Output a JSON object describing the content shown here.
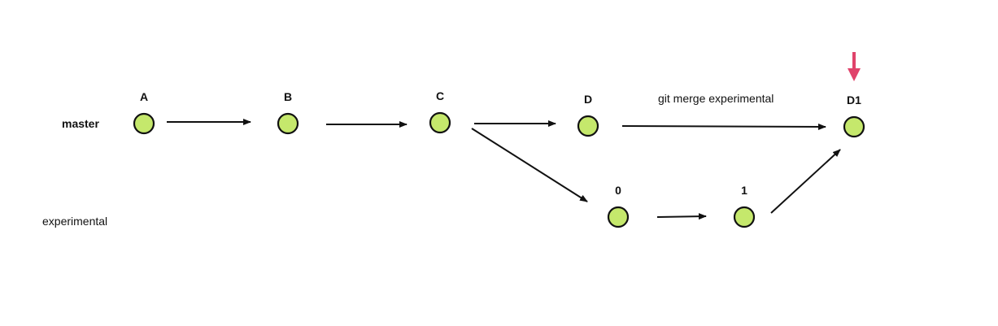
{
  "branches": {
    "master": "master",
    "experimental": "experimental"
  },
  "annotation": "git merge experimental",
  "nodes": [
    {
      "id": "A",
      "label": "A",
      "branch": "master"
    },
    {
      "id": "B",
      "label": "B",
      "branch": "master"
    },
    {
      "id": "C",
      "label": "C",
      "branch": "master"
    },
    {
      "id": "D",
      "label": "D",
      "branch": "master"
    },
    {
      "id": "D1",
      "label": "D1",
      "branch": "master"
    },
    {
      "id": "0",
      "label": "0",
      "branch": "experimental"
    },
    {
      "id": "1",
      "label": "1",
      "branch": "experimental"
    }
  ],
  "edges": [
    [
      "A",
      "B"
    ],
    [
      "B",
      "C"
    ],
    [
      "C",
      "D"
    ],
    [
      "C",
      "0"
    ],
    [
      "D",
      "D1"
    ],
    [
      "0",
      "1"
    ],
    [
      "1",
      "D1"
    ]
  ],
  "highlight_node": "D1",
  "colors": {
    "node_fill": "#c5e86c",
    "stroke": "#111111",
    "pointer": "#e0436b"
  }
}
